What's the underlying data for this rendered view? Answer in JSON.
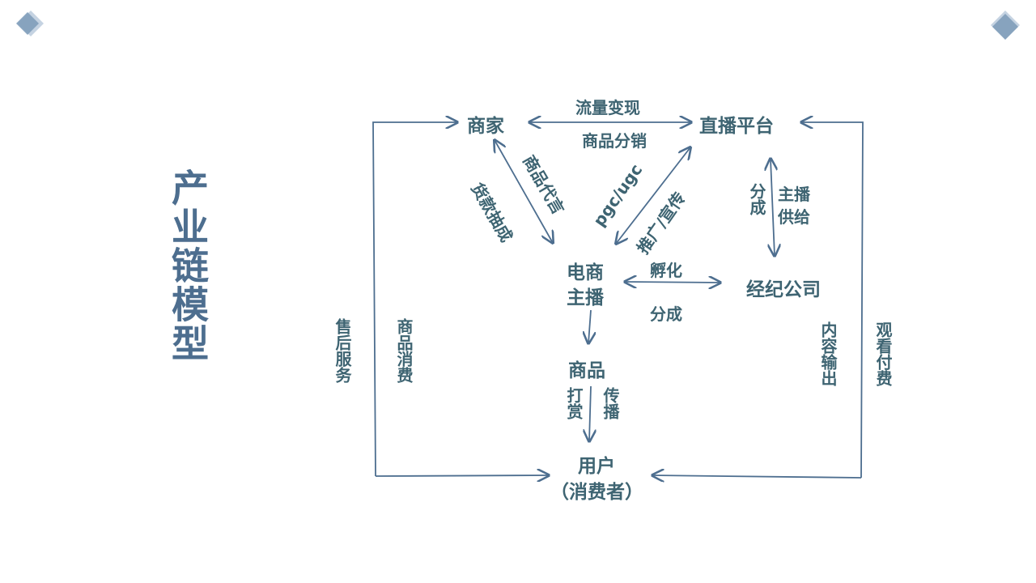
{
  "title": "产业链模型",
  "nodes": {
    "merchant": "商家",
    "platform": "直播平台",
    "anchor_line1": "电商",
    "anchor_line2": "主播",
    "agency": "经纪公司",
    "goods": "商品",
    "user_line1": "用户",
    "user_line2": "（消费者）"
  },
  "edges": {
    "traffic": "流量变现",
    "distribution": "商品分销",
    "endorse": "商品代言",
    "commission": "货款抽成",
    "pgc": "pgc/ugc",
    "promote": "推广/宣传",
    "share_left": "分成",
    "supply": "主播供给",
    "incubate": "孵化",
    "share_bottom": "分成",
    "tip": "打赏",
    "spread": "传播",
    "after_sales": "售后服务",
    "consume": "商品消费",
    "content": "内容输出",
    "paid_view": "观看付费"
  },
  "colors": {
    "title": "#4d6e8f",
    "label": "#3e6472",
    "arrow": "#4d6e8f",
    "deco_light": "#c5d3e2",
    "deco_dark": "#7f9dba"
  }
}
